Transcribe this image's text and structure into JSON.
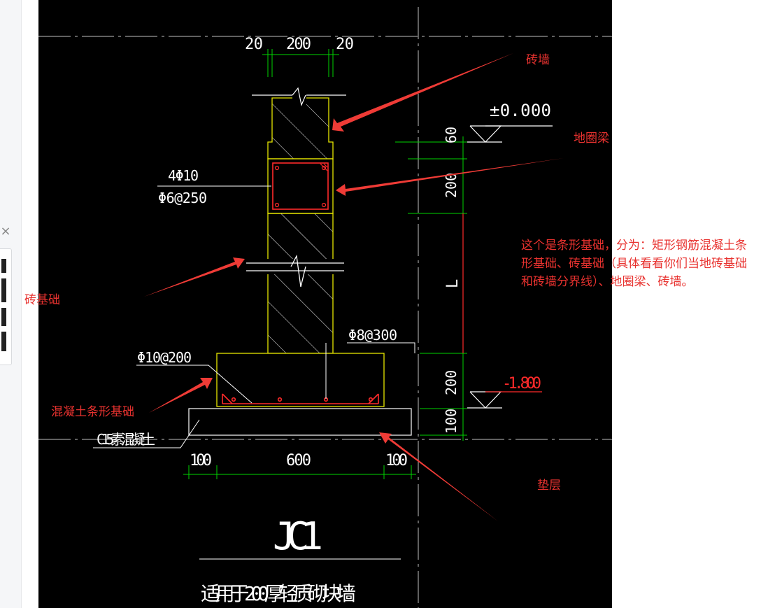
{
  "drawing": {
    "dim_top": [
      "20",
      "200",
      "20"
    ],
    "elev_top": "±0.000",
    "elev_bottom": "-1.800",
    "rebar_beam_main": "4Φ10",
    "rebar_beam_stirrup": "Φ6@250",
    "rebar_footing_top": "Φ8@300",
    "rebar_footing_bottom": "Φ10@200",
    "pad_label": "C15素混凝土",
    "dim_right": [
      "60",
      "200",
      "L",
      "200",
      "100"
    ],
    "dim_bottom": [
      "100",
      "600",
      "100"
    ],
    "title": "JC1",
    "subtitle": "适用于200厚轻质砌块墙"
  },
  "annotations": {
    "brick_wall": "砖墙",
    "ground_beam": "地圈梁",
    "brick_foundation": "砖基础",
    "concrete_strip": "混凝土条形基础",
    "cushion": "垫层",
    "explanation": "这个是条形基础，分为：矩形钢筋混凝土条形基础、砖基础（具体看看你们当地砖基础和砖墙分界线）、地圈梁、砖墙。"
  },
  "sidebar": {
    "close_symbol": "×"
  },
  "colors": {
    "cad_background": "#000000",
    "cad_line": "#ffffff",
    "wall_outline": "#e6e600",
    "dimension_green": "#00d400",
    "rebar_red": "#ff2a2a",
    "arrow_red": "#ef3b36",
    "annotation_red": "#e8322f"
  }
}
